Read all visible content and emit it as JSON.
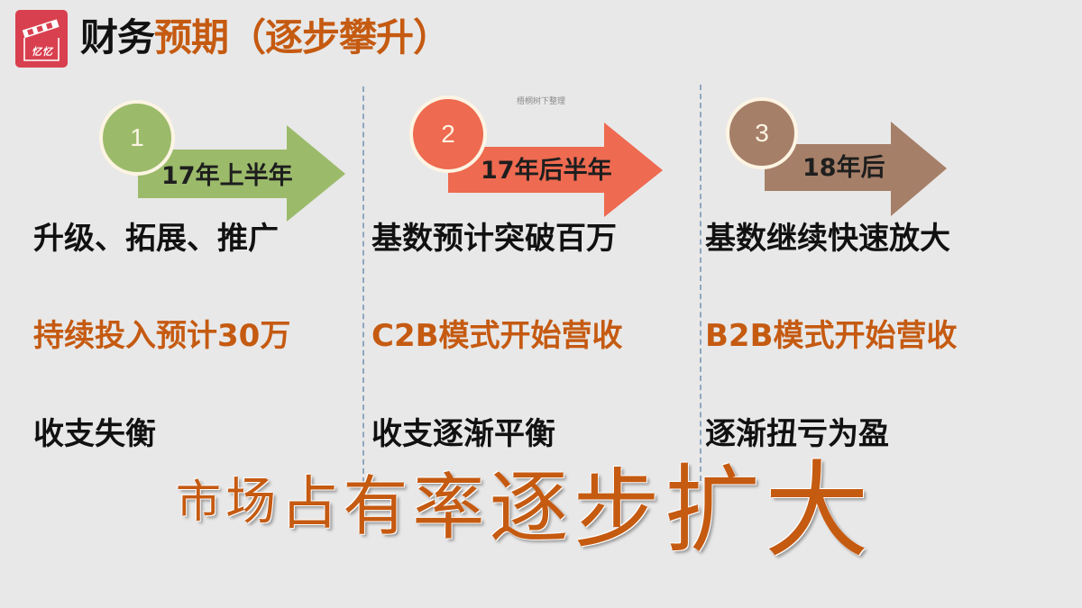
{
  "header": {
    "logo": {
      "icon": "clapperboard-icon",
      "text": "忆忆",
      "bg_color": "#d9404f"
    },
    "title_part1": "财务",
    "title_part2": "预期（逐步攀升）"
  },
  "watermark": "梧桐树下整理",
  "columns": [
    {
      "step_number": "1",
      "period": "17年上半年",
      "color": "#9bbb6b",
      "lines": [
        "升级、拓展、推广",
        "持续投入预计30万",
        "收支失衡"
      ]
    },
    {
      "step_number": "2",
      "period": "17年后半年",
      "color": "#ee6a50",
      "lines": [
        "基数预计突破百万",
        "C2B模式开始营收",
        "收支逐渐平衡"
      ]
    },
    {
      "step_number": "3",
      "period": "18年后",
      "color": "#a67f68",
      "lines": [
        "基数继续快速放大",
        "B2B模式开始营收",
        "逐渐扭亏为盈"
      ]
    }
  ],
  "footer": {
    "slogan_chars": [
      "市",
      "场",
      "占",
      "有",
      "率",
      "逐",
      "步",
      "扩",
      "大"
    ]
  },
  "colors": {
    "background": "#e8e8e8",
    "accent_orange": "#c55a11",
    "divider": "#8fa6c0",
    "circle_border": "#fdf4e3"
  }
}
